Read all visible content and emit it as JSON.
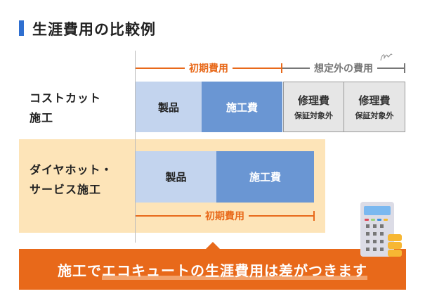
{
  "title": "生涯費用の比較例",
  "top_bracket": {
    "initial_label": "初期費用",
    "unexpected_label": "想定外の費用"
  },
  "rows": [
    {
      "label_line1": "コストカット",
      "label_line2": "施工",
      "bars": [
        {
          "label": "製品"
        },
        {
          "label": "施工費"
        },
        {
          "label": "修理費",
          "sub": "保証対象外"
        },
        {
          "label": "修理費",
          "sub": "保証対象外"
        }
      ]
    },
    {
      "label_line1": "ダイヤホット・",
      "label_line2": "サービス施工",
      "bars": [
        {
          "label": "製品"
        },
        {
          "label": "施工費"
        }
      ],
      "bracket_label": "初期費用"
    }
  ],
  "callout": {
    "prefix": "施工で",
    "highlight": "エコキュートの生涯費用は差がつきます"
  },
  "colors": {
    "product": "#c3d4ee",
    "install": "#6a96d3",
    "repair": "#e6e6e6",
    "accent": "#e8691a",
    "panel": "#fde4b8",
    "title_bar": "#2f6fd0"
  }
}
